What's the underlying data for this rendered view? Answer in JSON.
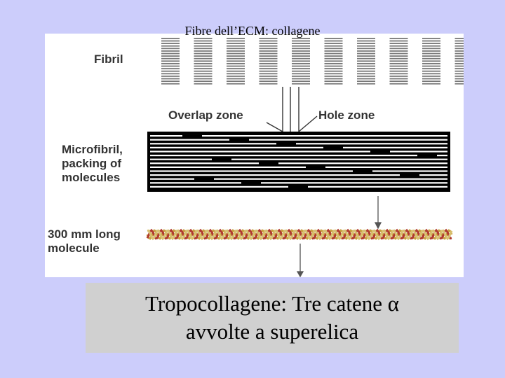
{
  "slide": {
    "title": "Fibre dell’ECM: collagene"
  },
  "figure": {
    "labels": {
      "fibril": "Fibril",
      "overlap_zone": "Overlap zone",
      "hole_zone": "Hole zone",
      "microfibril_line1": "Microfibril,",
      "microfibril_line2": "packing of",
      "microfibril_line3": "molecules",
      "molecule_line1": "300 mm long",
      "molecule_line2": "molecule"
    },
    "colors": {
      "fibril_stripes": "#777777",
      "microfibril": "#000000",
      "helix_strands": [
        "#c8a040",
        "#b03a2e",
        "#d8c070"
      ]
    }
  },
  "caption": {
    "line1": "Tropocollagene: Tre catene α",
    "line2": "avvolte a superelica"
  }
}
